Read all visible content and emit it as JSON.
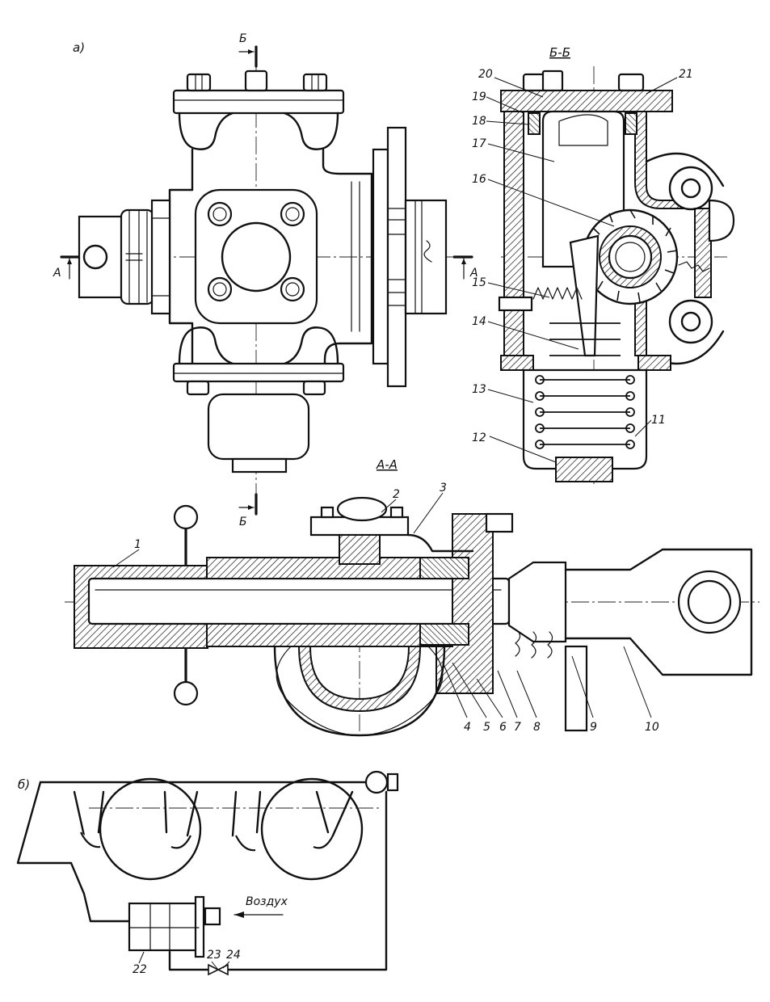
{
  "figure": {
    "view_a_tag": "а)",
    "view_b_tag": "б)",
    "section_bb_title": "Б-Б",
    "section_aa_title": "А-А",
    "cut_letter_b_top": "Б",
    "cut_letter_b_bottom": "Б",
    "cut_letter_a_left": "А",
    "cut_letter_a_right": "А",
    "air_label": "Воздух"
  },
  "callouts": [
    "1",
    "2",
    "3",
    "4",
    "5",
    "6",
    "7",
    "8",
    "9",
    "10",
    "11",
    "12",
    "13",
    "14",
    "15",
    "16",
    "17",
    "18",
    "19",
    "20",
    "21",
    "22",
    "23",
    "24"
  ],
  "colors": {
    "ink": "#111111",
    "paper": "#ffffff"
  }
}
